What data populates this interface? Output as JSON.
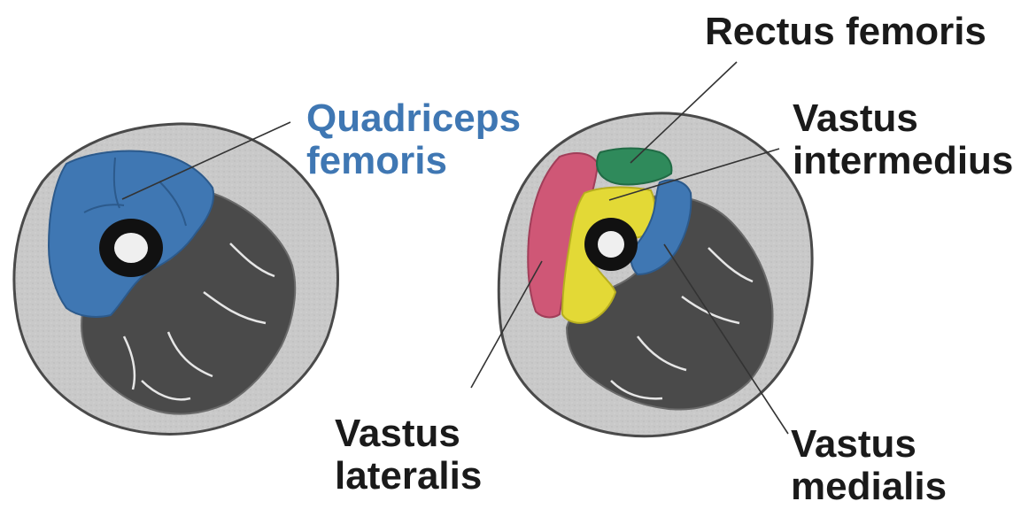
{
  "colors": {
    "background": "#ffffff",
    "skin": "#c9c9c9",
    "outline": "#4a4a4a",
    "muscle_dark": "#4a4a4a",
    "fascia": "#e6e6e6",
    "bone": "#111111",
    "marrow": "#efefef",
    "label_text": "#1a1a1a",
    "quadriceps": "#3f77b3",
    "rectus_femoris": "#2f8a5b",
    "vastus_intermedius": "#e3d936",
    "vastus_lateralis": "#cf5776",
    "vastus_medialis": "#3f77b3",
    "leader_line": "#333333"
  },
  "labels": {
    "quadriceps": {
      "lines": [
        "Quadriceps",
        "femoris"
      ]
    },
    "rectus_femoris": {
      "lines": [
        "Rectus femoris"
      ]
    },
    "vastus_intermedius": {
      "lines": [
        "Vastus",
        "intermedius"
      ]
    },
    "vastus_lateralis": {
      "lines": [
        "Vastus",
        "lateralis"
      ]
    },
    "vastus_medialis": {
      "lines": [
        "Vastus",
        "medialis"
      ]
    }
  }
}
